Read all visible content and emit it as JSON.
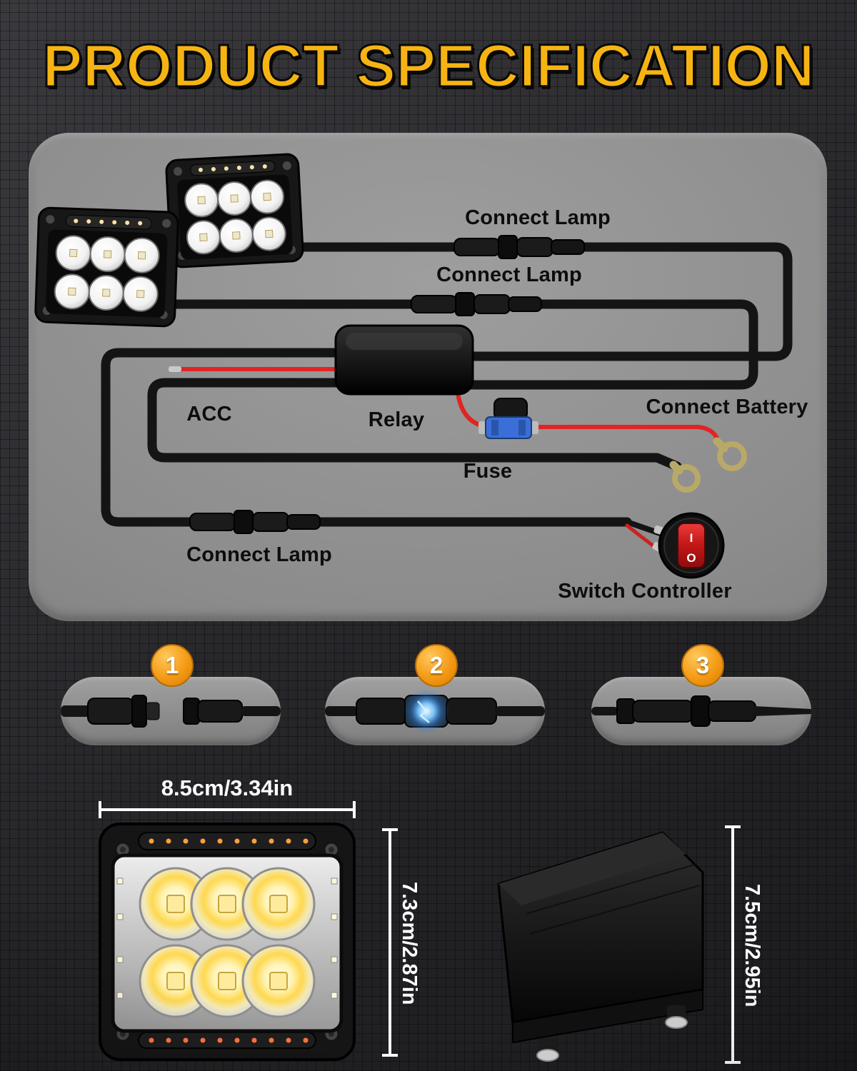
{
  "title": "PRODUCT SPECIFICATION",
  "wiring": {
    "connect_lamp_1": "Connect Lamp",
    "connect_lamp_2": "Connect Lamp",
    "acc": "ACC",
    "relay": "Relay",
    "fuse": "Fuse",
    "connect_battery": "Connect Battery",
    "connect_lamp_3": "Connect Lamp",
    "switch_controller": "Switch Controller",
    "switch_on_symbol": "I",
    "switch_off_symbol": "O"
  },
  "steps": [
    {
      "number": "1"
    },
    {
      "number": "2"
    },
    {
      "number": "3"
    }
  ],
  "dimensions": {
    "width_label": "8.5cm/3.34in",
    "height_label": "7.3cm/2.87in",
    "depth_label": "7.5cm/2.95in"
  },
  "colors": {
    "title_yellow": "#f6b413",
    "background": "#2c2c2f",
    "panel_gray": "#8b8b8b",
    "wire_black": "#141414",
    "wire_red": "#e12424",
    "badge_orange": "#f49a15",
    "switch_red": "#c01616",
    "fuse_blue": "#3a6fd8",
    "glow_blue": "#6fc3ff",
    "led_warm": "#ffd84f",
    "dimension_white": "#ffffff"
  }
}
